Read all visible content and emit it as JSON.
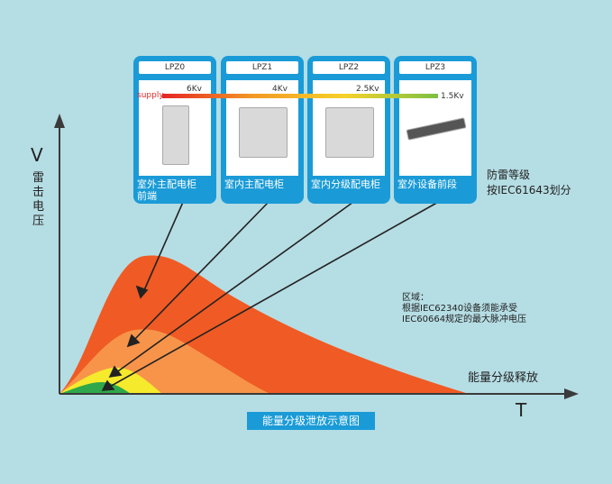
{
  "zones": [
    {
      "lpz": "LPZ0",
      "caption": "室外主配电柜\n前端",
      "kv": "6Kv"
    },
    {
      "lpz": "LPZ1",
      "caption": "室内主配电柜",
      "kv": "4Kv"
    },
    {
      "lpz": "LPZ2",
      "caption": "室内分级配电柜",
      "kv": "2.5Kv"
    },
    {
      "lpz": "LPZ3",
      "caption": "室外设备前段",
      "kv": "1.5Kv"
    }
  ],
  "supply_label": "supply",
  "y_axis": {
    "letter": "V",
    "label": "雷击电压"
  },
  "x_axis": {
    "letter": "T"
  },
  "energy_label": "能量分级释放",
  "iec_label": "防雷等级\n按IEC61643划分",
  "zone_note": {
    "line1": "区域：",
    "line2": "根据IEC62340设备须能承受",
    "line3": "IEC60664规定的最大脉冲电压"
  },
  "caption": "能量分级泄放示意图",
  "colors": {
    "panel": "#1a9bd7",
    "bg": "#b5dde4",
    "red": "#f05a24",
    "orange": "#f7944a",
    "yellow": "#f5ea2b",
    "green": "#2ea84a"
  }
}
